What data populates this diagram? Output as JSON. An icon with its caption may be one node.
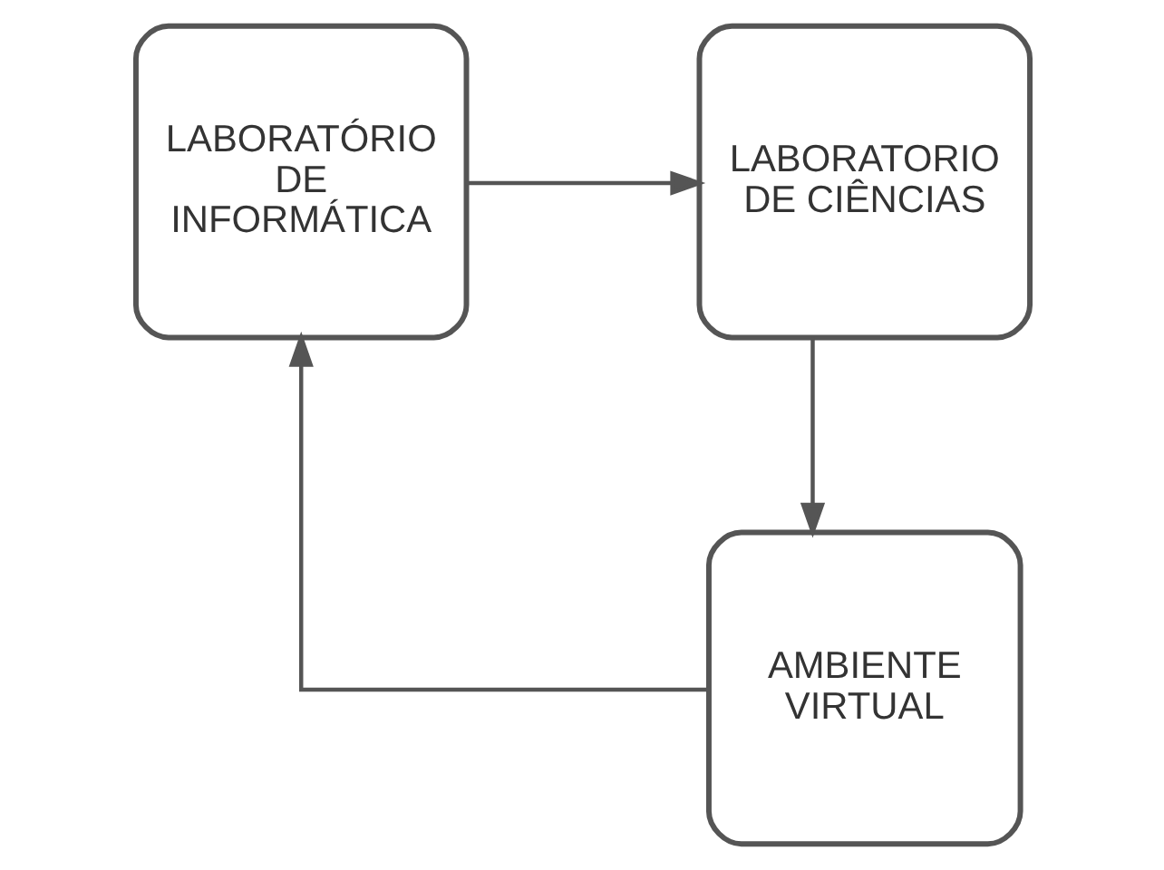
{
  "diagram": {
    "nodes": [
      {
        "text": [
          "LABORATÓRIO DE INFORMÁTICA"
        ]
      },
      {
        "text": [
          "LABORATORIO DE CIÊNCIAS"
        ]
      },
      {
        "text": [
          "AMBIENTE VIRTUAL"
        ]
      }
    ],
    "edges": [
      {
        "from": 0,
        "to": 1,
        "arrow": "to"
      },
      {
        "from": 1,
        "to": 2,
        "arrow": "to"
      },
      {
        "from": 2,
        "to": 0,
        "arrow": "to"
      }
    ]
  }
}
